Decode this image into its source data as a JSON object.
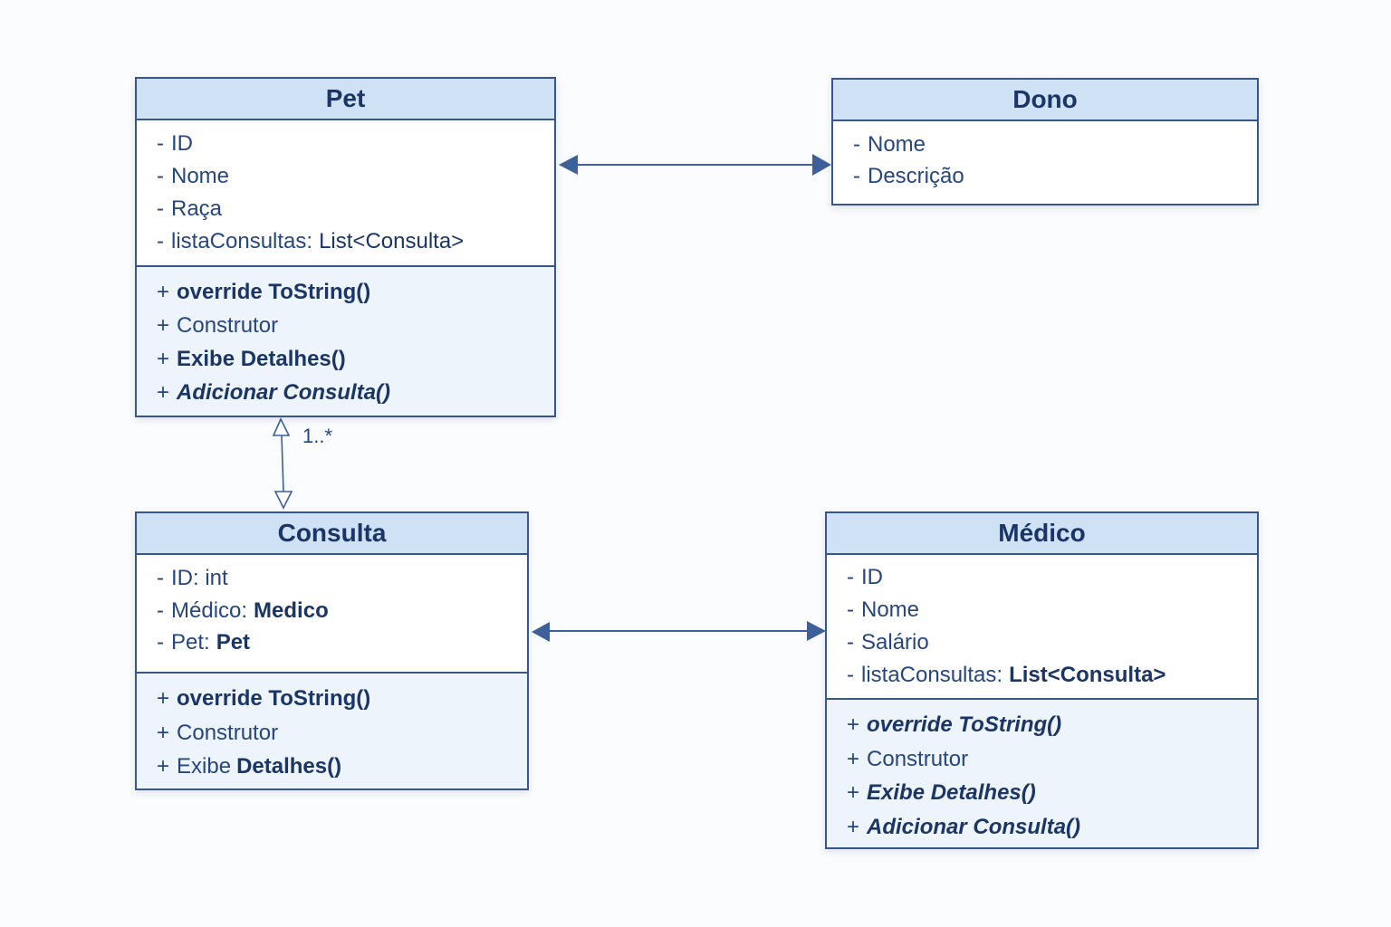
{
  "pet": {
    "name": "Pet",
    "attributes": [
      {
        "marker": "-",
        "text": "ID"
      },
      {
        "marker": "-",
        "text": "Nome"
      },
      {
        "marker": "-",
        "text": "Raça"
      },
      {
        "marker": "-",
        "text": "listaConsultas:",
        "type": "List<Consulta>"
      }
    ],
    "methods": [
      {
        "marker": "+",
        "text": "override ToString()"
      },
      {
        "marker": "+",
        "text": "Construtor"
      },
      {
        "marker": "+",
        "text": "Exibe Detalhes()"
      },
      {
        "marker": "+",
        "text": "Adicionar Consulta()"
      }
    ]
  },
  "dono": {
    "name": "Dono",
    "attributes": [
      {
        "marker": "-",
        "text": "Nome"
      },
      {
        "marker": "-",
        "text": "Descrição"
      }
    ]
  },
  "consulta": {
    "name": "Consulta",
    "attributes": [
      {
        "marker": "-",
        "text": "ID: int"
      },
      {
        "marker": "-",
        "text": "Médico:",
        "type": "Medico"
      },
      {
        "marker": "-",
        "text": "Pet:",
        "type": "Pet"
      }
    ],
    "methods": [
      {
        "marker": "+",
        "text": "override ToString()"
      },
      {
        "marker": "+",
        "text": "Construtor"
      },
      {
        "marker": "+",
        "text": "Exibe",
        "text_emphasis": "Detalhes()"
      }
    ]
  },
  "medico": {
    "name": "Médico",
    "attributes": [
      {
        "marker": "-",
        "text": "ID"
      },
      {
        "marker": "-",
        "text": "Nome"
      },
      {
        "marker": "-",
        "text": "Salário"
      },
      {
        "marker": "-",
        "text": "listaConsultas:",
        "type": "List<Consulta>"
      }
    ],
    "methods": [
      {
        "marker": "+",
        "text": "override ToString()"
      },
      {
        "marker": "+",
        "text": "Construtor"
      },
      {
        "marker": "+",
        "text": "Exibe Detalhes()"
      },
      {
        "marker": "+",
        "text": "Adicionar Consulta()"
      }
    ]
  },
  "associations": {
    "pet_consulta": {
      "multiplicity": "1..*"
    }
  },
  "colors": {
    "border": "#36568d",
    "header_fill": "#cfe1f5",
    "methods_fill": "#eef4fb",
    "text": "#26467d",
    "arrow": "#3d5f9a"
  }
}
